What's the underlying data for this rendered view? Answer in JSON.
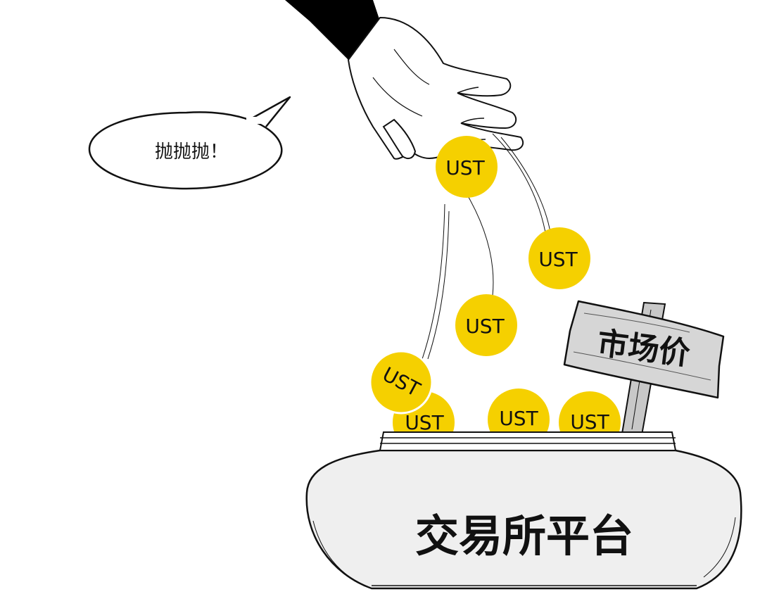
{
  "speech_bubble": {
    "text": "抛抛抛！"
  },
  "coins": [
    {
      "label": "UST"
    },
    {
      "label": "UST"
    },
    {
      "label": "UST"
    },
    {
      "label": "UST"
    },
    {
      "label": "UST"
    },
    {
      "label": "UST"
    },
    {
      "label": "UST"
    }
  ],
  "sign": {
    "text": "市场价"
  },
  "jar": {
    "label": "交易所平台"
  },
  "colors": {
    "coin": "#f5d000",
    "sign": "#d6d6d6",
    "jar": "#efefef",
    "sleeve": "#000000",
    "ink": "#111111"
  }
}
